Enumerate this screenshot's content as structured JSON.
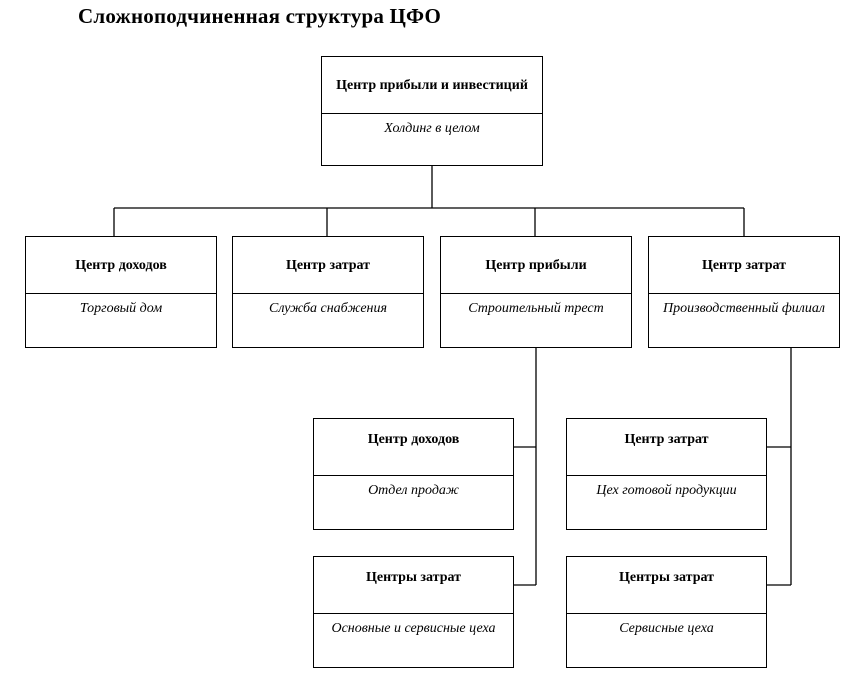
{
  "title": "Сложноподчиненная структура ЦФО",
  "nodes": {
    "root": {
      "type": "Центр прибыли и инвестиций",
      "unit": "Холдинг в целом"
    },
    "l2_1": {
      "type": "Центр доходов",
      "unit": "Торговый дом"
    },
    "l2_2": {
      "type": "Центр затрат",
      "unit": "Служба снабжения"
    },
    "l2_3": {
      "type": "Центр прибыли",
      "unit": "Строительный трест"
    },
    "l2_4": {
      "type": "Центр затрат",
      "unit": "Производственный филиал"
    },
    "l3_1": {
      "type": "Центр доходов",
      "unit": "Отдел продаж"
    },
    "l3_2": {
      "type": "Центры затрат",
      "unit": "Основные и сервисные цеха"
    },
    "l3_3": {
      "type": "Центр затрат",
      "unit": "Цех готовой продукции"
    },
    "l3_4": {
      "type": "Центры затрат",
      "unit": "Сервисные цеха"
    }
  },
  "connections": [
    {
      "from": "Центр прибыли и инвестиций",
      "to": "Центр доходов"
    },
    {
      "from": "Центр прибыли и инвестиций",
      "to": "Центр затрат"
    },
    {
      "from": "Центр прибыли и инвестиций",
      "to": "Центр прибыли"
    },
    {
      "from": "Центр прибыли и инвестиций",
      "to": "Центр затрат"
    },
    {
      "from": "Центр прибыли",
      "to": "Центр доходов"
    },
    {
      "from": "Центр прибыли",
      "to": "Центры затрат"
    },
    {
      "from": "Центр затрат",
      "to": "Центр затрат"
    },
    {
      "from": "Центр затрат",
      "to": "Центры затрат"
    }
  ]
}
